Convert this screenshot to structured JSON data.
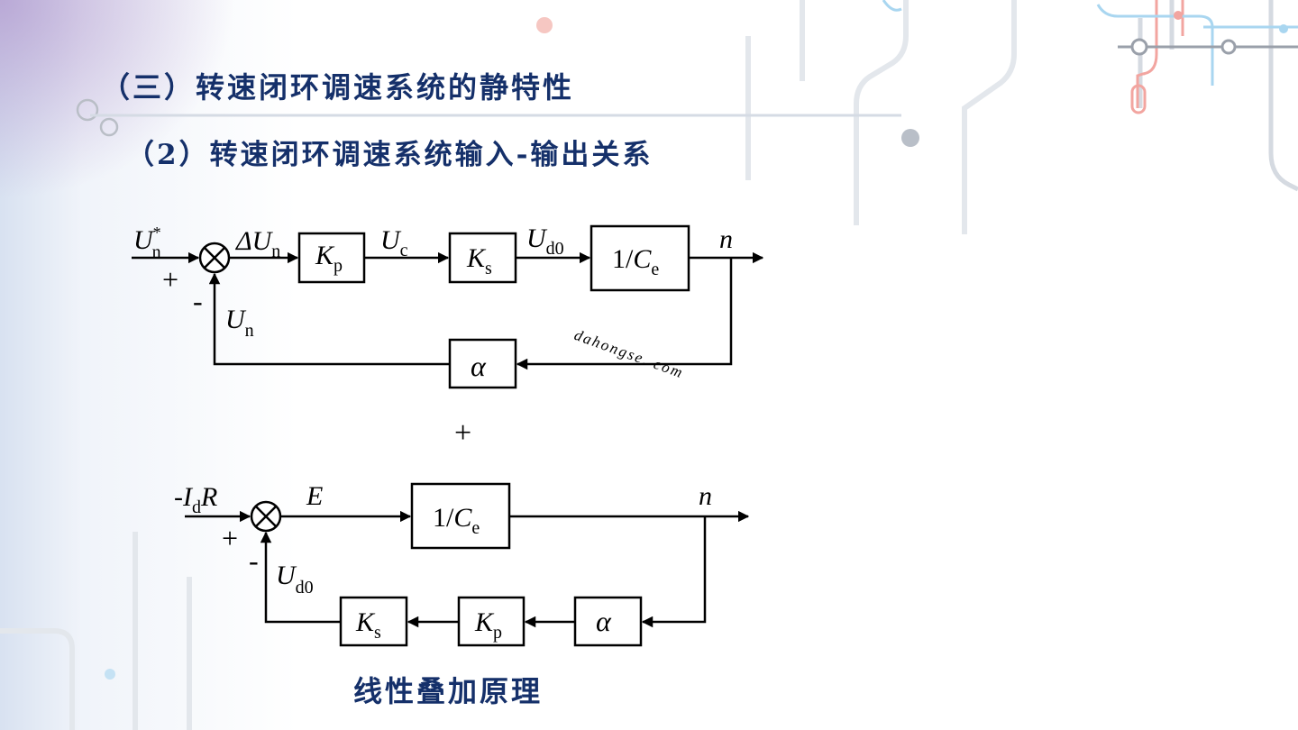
{
  "page_title": "（三）转速闭环调速系统的静特性",
  "section_title": "（2）转速闭环调速系统输入-输出关系",
  "caption": "线性叠加原理",
  "watermark": "dahongse. com",
  "colors": {
    "title": "#15306a",
    "background_accent": "#b7a4d6",
    "circuit_gray": "#d0d6de",
    "circuit_red": "#f2a5a0",
    "circuit_blue": "#a9d6f0"
  },
  "top_diagram": {
    "input": {
      "symbol": "U",
      "superscript": "*",
      "subscript": "n"
    },
    "input_sign": "+",
    "feedback_sign": "-",
    "error_signal": {
      "symbol": "ΔU",
      "subscript": "n"
    },
    "feedback_signal": {
      "symbol": "U",
      "subscript": "n"
    },
    "signal_after_kp": {
      "symbol": "U",
      "subscript": "c"
    },
    "signal_after_ks": {
      "symbol": "U",
      "subscript": "d0"
    },
    "output": "n",
    "blocks": {
      "kp": {
        "symbol": "K",
        "subscript": "p"
      },
      "ks": {
        "symbol": "K",
        "subscript": "s"
      },
      "ce": {
        "prefix": "1/",
        "symbol": "C",
        "subscript": "e"
      },
      "alpha": "α"
    }
  },
  "superposition_sign": "+",
  "bottom_diagram": {
    "input": {
      "prefix": "-",
      "symbol": "I",
      "subscript": "d",
      "suffix": "R"
    },
    "input_sign": "+",
    "feedback_sign": "-",
    "sum_output": "E",
    "feedback_signal": {
      "symbol": "U",
      "subscript": "d0"
    },
    "output": "n",
    "blocks": {
      "ce": {
        "prefix": "1/",
        "symbol": "C",
        "subscript": "e"
      },
      "alpha": "α",
      "kp": {
        "symbol": "K",
        "subscript": "p"
      },
      "ks": {
        "symbol": "K",
        "subscript": "s"
      }
    }
  }
}
